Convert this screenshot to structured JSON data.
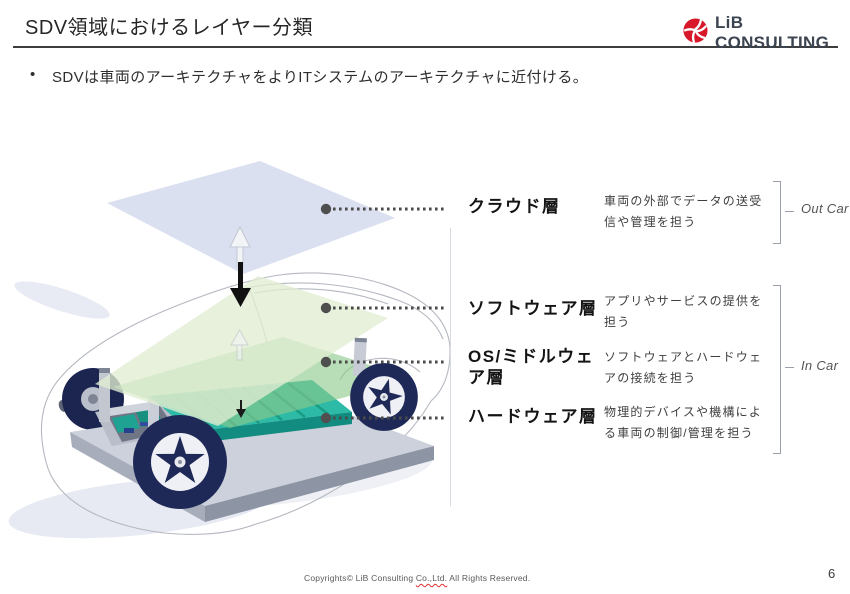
{
  "slide": {
    "title": "SDV領域におけるレイヤー分類",
    "bullet_marker": "•",
    "bullet": "SDVは車両のアーキテクチャをよりITシステムのアーキテクチャに近付ける。",
    "page_number": "6",
    "footer": {
      "prefix": "Copyrights© LiB Consulting ",
      "company": "Co.,Ltd.",
      "suffix": "  All Rights Reserved."
    }
  },
  "logo": {
    "text": "LiB CONSULTING",
    "icon": "pinwheel-icon",
    "brand_color": "#d7182a",
    "text_color": "#3b4450"
  },
  "layers": [
    {
      "label": "クラウド層",
      "description": "車両の外部でデータの送受信や管理を担う",
      "zone": "Out Car"
    },
    {
      "label": "ソフトウェア層",
      "description": "アプリやサービスの提供を担う",
      "zone": "In Car"
    },
    {
      "label": "OS/ミドルウェア層",
      "description": "ソフトウェアとハードウェアの接続を担う",
      "zone": "In Car"
    },
    {
      "label": "ハードウェア層",
      "description": "物理的デバイスや機構による車両の制御/管理を担う",
      "zone": "In Car"
    }
  ],
  "zones": [
    {
      "label": "Out Car"
    },
    {
      "label": "In Car"
    }
  ],
  "palette": {
    "cloud_plane": "#d8deef",
    "software_plane": "#e0edd2",
    "os_plane": "#8cc98a",
    "battery_teal": "#2dbaa6",
    "chassis_gray": "#ccd1dc",
    "wheel_navy": "#1f2957",
    "leader_gray": "#4a4a4a",
    "bracket_gray": "#9aa0a8"
  }
}
